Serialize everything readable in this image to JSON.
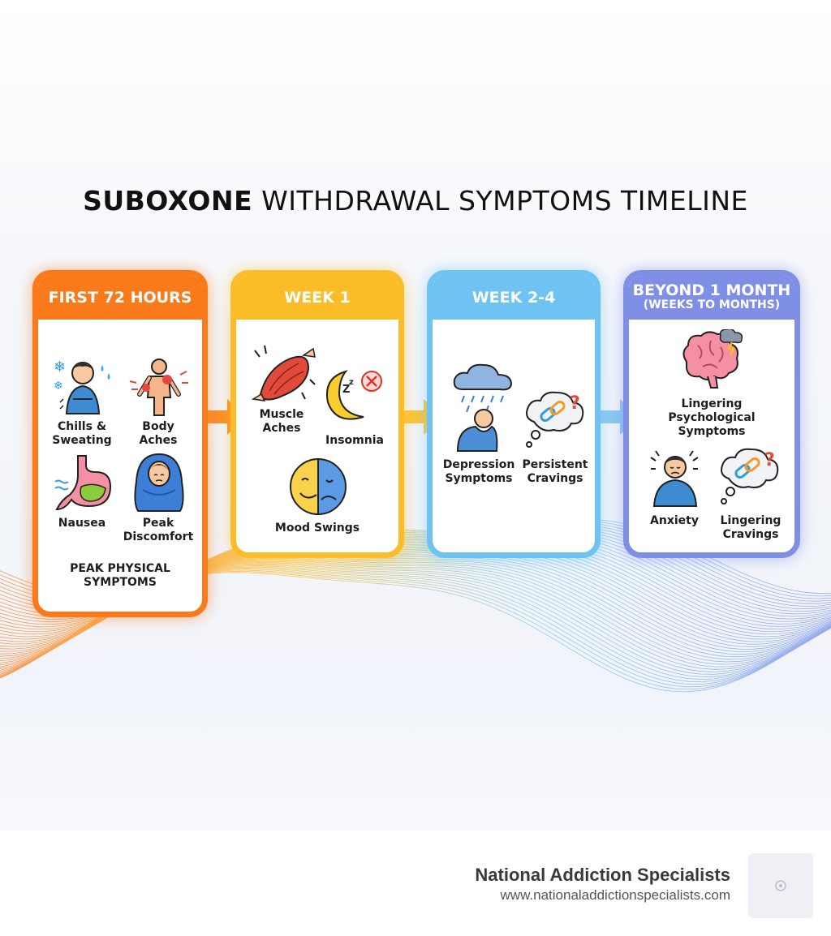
{
  "title": {
    "bold": "SUBOXONE",
    "rest": "WITHDRAWAL SYMPTOMS TIMELINE"
  },
  "stages": [
    {
      "header": "FIRST 72 HOURS",
      "items": [
        "Chills &\nSweating",
        "Body\nAches",
        "Nausea",
        "Peak\nDiscomfort"
      ],
      "note": "PEAK PHYSICAL\nSYMPTOMS"
    },
    {
      "header": "WEEK 1",
      "items": [
        "Muscle\nAches",
        "Insomnia",
        "Mood Swings"
      ]
    },
    {
      "header": "WEEK 2-4",
      "items": [
        "Depression\nSymptoms",
        "Persistent\nCravings"
      ]
    },
    {
      "header": "BEYOND 1 MONTH",
      "subheader": "(WEEKS TO MONTHS)",
      "items": [
        "Lingering\nPsychological\nSymptoms",
        "Anxiety",
        "Lingering\nCravings"
      ]
    }
  ],
  "footer": {
    "name": "National Addiction Specialists",
    "url": "www.nationaladdictionspecialists.com"
  },
  "colors": {
    "stage1": "#f97a1a",
    "stage2": "#fbbd27",
    "stage3": "#6ec3f2",
    "stage4": "#7f8fe6"
  }
}
